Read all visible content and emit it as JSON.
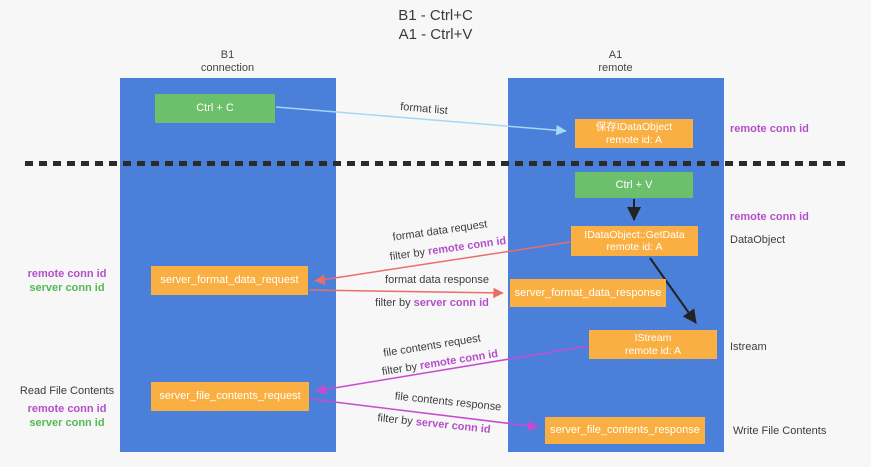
{
  "title": {
    "line1": "B1 - Ctrl+C",
    "line2": "A1 - Ctrl+V"
  },
  "lanes": {
    "left": {
      "title": "B1",
      "subtitle": "connection"
    },
    "right": {
      "title": "A1",
      "subtitle": "remote"
    }
  },
  "nodes": {
    "ctrl_c": {
      "label": "Ctrl + C"
    },
    "save_idataobject": {
      "line1": "保存IDataObject",
      "line2": "remote id: A"
    },
    "ctrl_v": {
      "label": "Ctrl + V"
    },
    "getdata": {
      "line1": "IDataObject::GetData",
      "line2": "remote id: A"
    },
    "server_format_data_request": {
      "label": "server_format_data_request"
    },
    "server_format_data_response": {
      "label": "server_format_data_response"
    },
    "istream": {
      "line1": "IStream",
      "line2": "remote id: A"
    },
    "server_file_contents_request": {
      "label": "server_file_contents_request"
    },
    "server_file_contents_response": {
      "label": "server_file_contents_response"
    }
  },
  "arrow_labels": {
    "format_list": "format list",
    "format_data_request": "format data request",
    "format_data_response": "format data response",
    "file_contents_request": "file contents request",
    "file_contents_response": "file contents response",
    "filter_by": "filter by ",
    "remote_conn_id": "remote conn id",
    "server_conn_id": "server conn id"
  },
  "side_labels": {
    "right_top_remote_conn_id": "remote conn id",
    "right_mid_remote_conn_id": "remote conn id",
    "dataobject": "DataObject",
    "istream": "Istream",
    "write_file_contents": "Write File Contents",
    "left_remote_conn_id": "remote conn id",
    "left_server_conn_id": "server conn id",
    "read_file_contents": "Read File Contents",
    "left_bottom_remote_conn_id": "remote conn id",
    "left_bottom_server_conn_id": "server conn id"
  },
  "colors": {
    "lane_blue": "#4a80d9",
    "box_green": "#6dc06b",
    "box_orange": "#faaf42",
    "arrow_lightblue": "#a7d7f5",
    "arrow_red": "#ea6d68",
    "arrow_magenta": "#c94ad1",
    "arrow_black": "#222222",
    "text_purple": "#b44fc8",
    "text_green": "#53b953"
  }
}
